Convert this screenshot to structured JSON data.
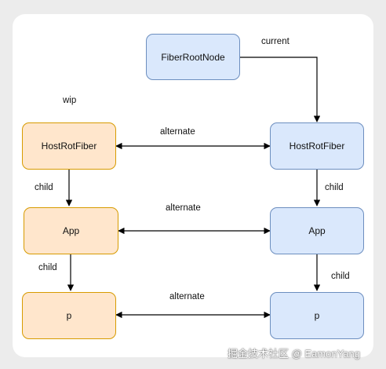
{
  "nodes": {
    "fiber_root_node": "FiberRootNode",
    "wip_host_root": "HostRotFiber",
    "wip_app": "App",
    "wip_p": "p",
    "current_host_root": "HostRotFiber",
    "current_app": "App",
    "current_p": "p"
  },
  "labels": {
    "current": "current",
    "wip": "wip",
    "alternate_1": "alternate",
    "alternate_2": "alternate",
    "alternate_3": "alternate",
    "child_left_1": "child",
    "child_left_2": "child",
    "child_right_1": "child",
    "child_right_2": "child"
  },
  "colors": {
    "current_tree_fill": "#dae8fc",
    "current_tree_border": "#6c8ebf",
    "wip_tree_fill": "#ffe6cc",
    "wip_tree_border": "#d79b00",
    "edge": "#000000"
  },
  "watermark": "掘金技术社区 @ EamonYang"
}
